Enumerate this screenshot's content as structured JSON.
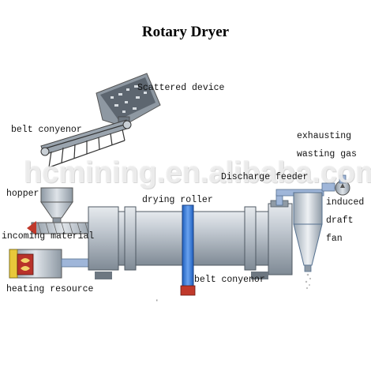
{
  "title": "Rotary Dryer",
  "watermark": "hcmining.en.alibaba.com",
  "labels": {
    "scattered_device": "Scattered device",
    "belt_conveyor_top": "belt conyenor",
    "hopper": "hopper",
    "incoming_material": "incoming material",
    "heating_resource": "heating resource",
    "drying_roller": "drying roller",
    "discharge_feeder": "Discharge feeder",
    "belt_conveyor_bottom": "belt conyenor",
    "exhausting": "exhausting",
    "wasting_gas": "wasting gas",
    "induced": "induced",
    "draft": "draft",
    "fan": "fan"
  },
  "colors": {
    "drum": "#b9c2cc",
    "drum_dark": "#7d8893",
    "belt": "#3a7bd5",
    "accent_red": "#c0392b",
    "heater_yellow": "#e8c83a",
    "pipe": "#9fb6d9"
  }
}
